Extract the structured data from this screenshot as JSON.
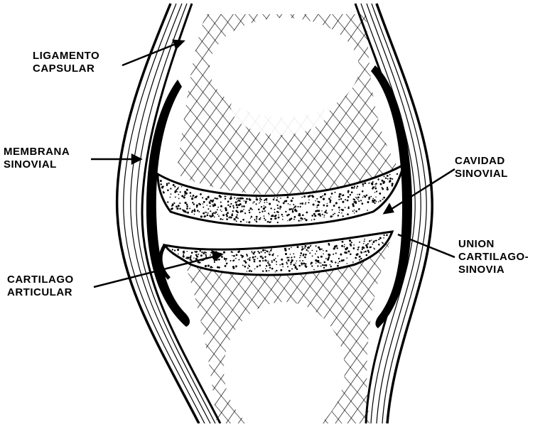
{
  "labels": {
    "ligamento": {
      "line1": "LIGAMENTO",
      "line2": "CAPSULAR"
    },
    "membrana": {
      "line1": "MEMBRANA",
      "line2": "SINOVIAL"
    },
    "cartilago": {
      "line1": "CARTILAGO",
      "line2": "ARTICULAR"
    },
    "cavidad": {
      "line1": "CAVIDAD",
      "line2": "SINOVIAL"
    },
    "union": {
      "line1": "UNION",
      "line2": "CARTILAGO-",
      "line3": "SINOVIA"
    }
  },
  "colors": {
    "ink": "#000000",
    "paper": "#ffffff"
  }
}
